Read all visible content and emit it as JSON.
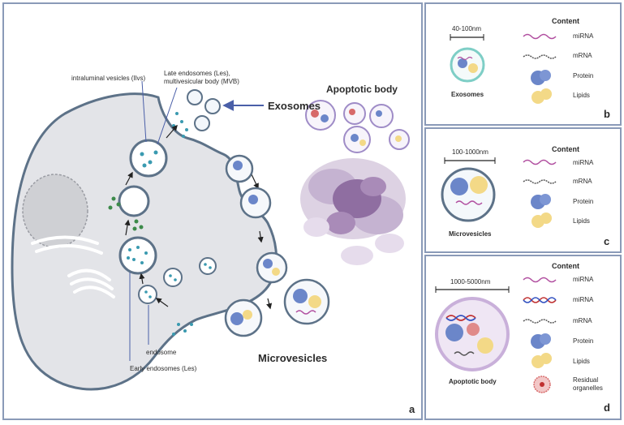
{
  "panel_a": {
    "letter": "a",
    "ilv_label": "intraluminal vesicles (Ilvs)",
    "late_endosome_label_1": "Late endosomes (Les),",
    "late_endosome_label_2": "multivesicular body (MVB)",
    "exosomes_label": "Exosomes",
    "apoptotic_label": "Apoptotic body",
    "microvesicles_label": "Microvesicles",
    "endosome_label": "endosome",
    "early_endosome_label": "Early endosomes (Les)"
  },
  "panel_b": {
    "letter": "b",
    "size": "40-100nm",
    "name": "Exosomes",
    "content_header": "Content",
    "items": [
      "miRNA",
      "mRNA",
      "Protein",
      "Lipids"
    ]
  },
  "panel_c": {
    "letter": "c",
    "size": "100-1000nm",
    "name": "Microvesicles",
    "content_header": "Content",
    "items": [
      "miRNA",
      "mRNA",
      "Protein",
      "Lipids"
    ]
  },
  "panel_d": {
    "letter": "d",
    "size": "1000-5000nm",
    "name": "Apoptotic body",
    "content_header": "Content",
    "items": [
      "miRNA",
      "miRNA",
      "mRNA",
      "Protein",
      "Lipids",
      "Residual",
      "organelles"
    ]
  },
  "colors": {
    "border": "#8a9ab8",
    "cell_fill": "#e3e4e8",
    "membrane": "#5d7288",
    "protein": "#6b86c9",
    "lipid": "#f3d987",
    "mirna": "#b14fa0",
    "apoptotic": "#8f6ea1",
    "arrow": "#4a5fa8"
  }
}
